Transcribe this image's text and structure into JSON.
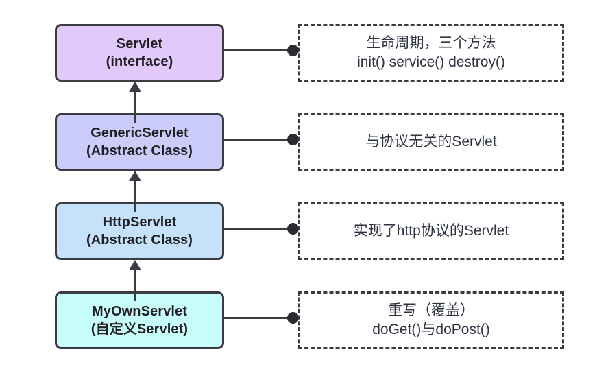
{
  "diagram": {
    "title": "Servlet inheritance hierarchy",
    "colors": {
      "servlet_fill": "#e1c9fa",
      "generic_servlet_fill": "#ccccfb",
      "http_servlet_fill": "#c6e2fb",
      "my_own_servlet_fill": "#c6fdfb",
      "border": "#3b3b43",
      "box_text": "#211f24",
      "note_text": "#2d3340",
      "connector": "#3b3b43",
      "dot": "#2b2b31",
      "background": "#ffffff"
    },
    "classes": [
      {
        "name": "Servlet",
        "kind": "(interface)",
        "fill": "#e1c9fa"
      },
      {
        "name": "GenericServlet",
        "kind": "(Abstract Class)",
        "fill": "#ccccfb"
      },
      {
        "name": "HttpServlet",
        "kind": "(Abstract Class)",
        "fill": "#c6e2fb"
      },
      {
        "name": "MyOwnServlet",
        "kind": "(自定义Servlet)",
        "fill": "#c6fdfb"
      }
    ],
    "notes": [
      {
        "line1": "生命周期，三个方法",
        "line2": "init() service() destroy()"
      },
      {
        "line1": "与协议无关的Servlet",
        "line2": ""
      },
      {
        "line1": "实现了http协议的Servlet",
        "line2": ""
      },
      {
        "line1": "重写（覆盖）",
        "line2": "doGet()与doPost()"
      }
    ],
    "relations": [
      {
        "from": "GenericServlet",
        "to": "Servlet",
        "type": "implements-arrow-up"
      },
      {
        "from": "HttpServlet",
        "to": "GenericServlet",
        "type": "extends-arrow-up"
      },
      {
        "from": "MyOwnServlet",
        "to": "HttpServlet",
        "type": "extends-arrow-up"
      }
    ]
  }
}
